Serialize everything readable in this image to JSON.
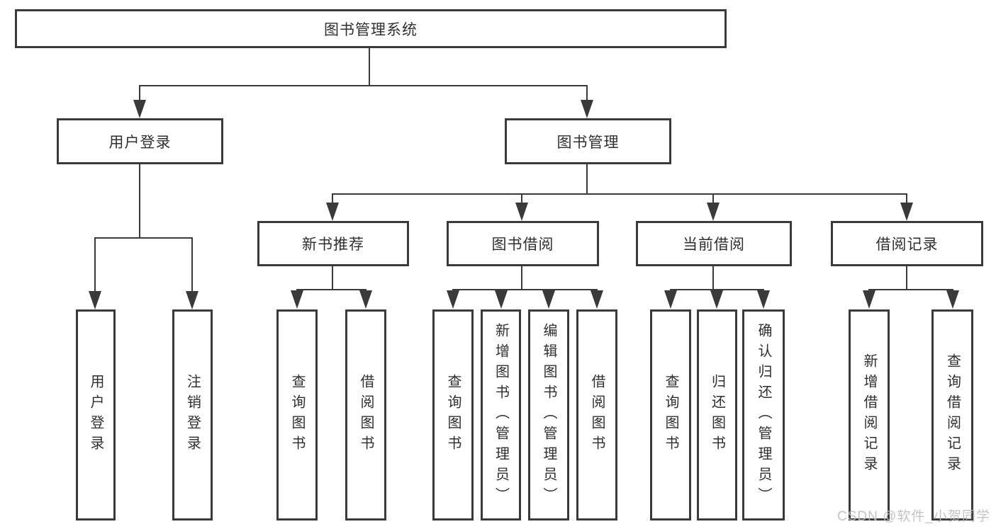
{
  "diagram": {
    "root": {
      "label": "图书管理系统",
      "children": [
        {
          "label": "用户登录",
          "children": [
            {
              "label": "用户登录"
            },
            {
              "label": "注销登录"
            }
          ]
        },
        {
          "label": "图书管理",
          "children": [
            {
              "label": "新书推荐",
              "children": [
                {
                  "label": "查询图书"
                },
                {
                  "label": "借阅图书"
                }
              ]
            },
            {
              "label": "图书借阅",
              "children": [
                {
                  "label": "查询图书"
                },
                {
                  "label": "新增图书（管理员）"
                },
                {
                  "label": "编辑图书（管理员）"
                },
                {
                  "label": "借阅图书"
                }
              ]
            },
            {
              "label": "当前借阅",
              "children": [
                {
                  "label": "查询图书"
                },
                {
                  "label": "归还图书"
                },
                {
                  "label": "确认归还（管理员）"
                }
              ]
            },
            {
              "label": "借阅记录",
              "children": [
                {
                  "label": "新增借阅记录"
                },
                {
                  "label": "查询借阅记录"
                }
              ]
            }
          ]
        }
      ]
    }
  },
  "watermark": {
    "text": "CSDN @软件_小贺同学"
  },
  "colors": {
    "line": "#3a3a3a",
    "text": "#2f2f2f",
    "watermark": "#bdbdbd",
    "background": "#ffffff"
  }
}
